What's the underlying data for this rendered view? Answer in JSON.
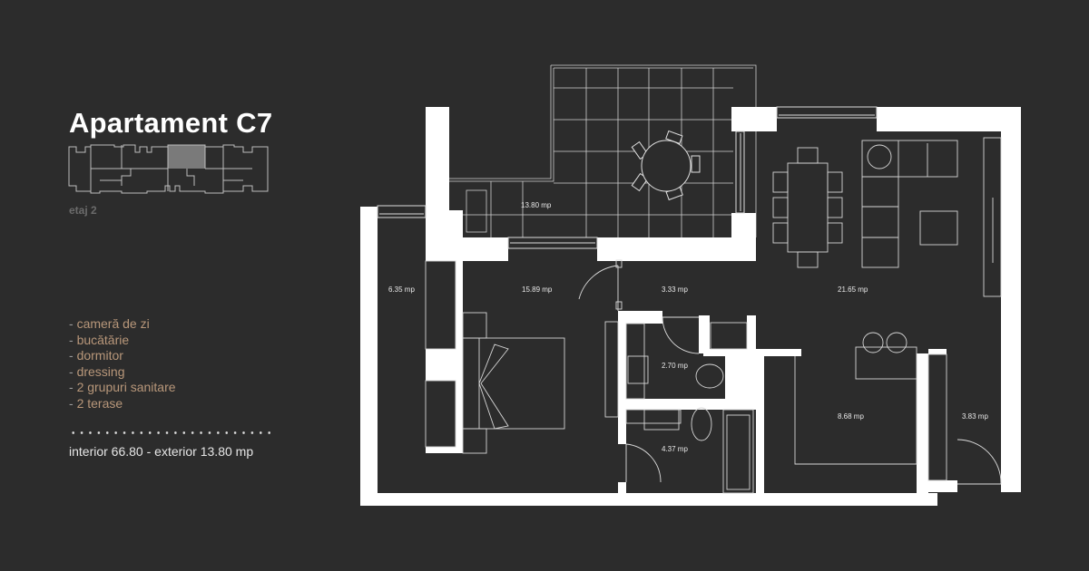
{
  "header": {
    "title": "Apartament C7",
    "floor": "etaj 2"
  },
  "features": [
    "cameră de zi",
    "bucătărie",
    "dormitor",
    "dressing",
    "2 grupuri sanitare",
    "2 terase"
  ],
  "feature_prefix": "- ",
  "area_summary": "interior 66.80 - exterior 13.80 mp",
  "rooms": {
    "terrace": "13.80 mp",
    "dressing": "6.35 mp",
    "bedroom": "15.89 mp",
    "hall": "3.33 mp",
    "living": "21.65 mp",
    "bathroom_small": "2.70 mp",
    "kitchen": "8.68 mp",
    "entry": "3.83 mp",
    "bathroom_large": "4.37 mp"
  },
  "colors": {
    "background": "#2c2c2c",
    "walls": "#ffffff",
    "feature_text": "#b8977a",
    "highlight": "#7a7a7a"
  }
}
